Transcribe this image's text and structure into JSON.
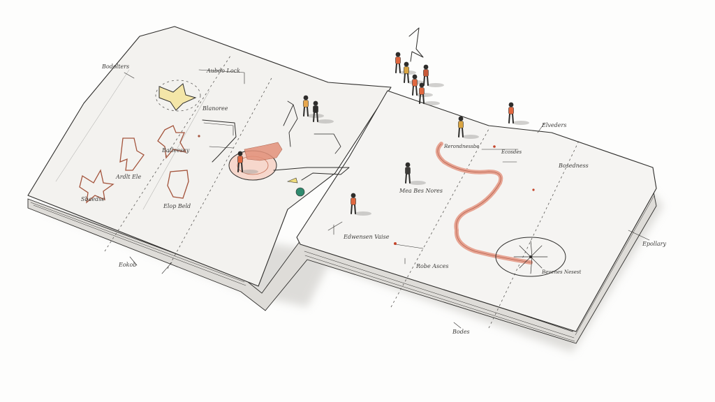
{
  "colors": {
    "paper": "#f4f3f1",
    "paper_shadow": "#d9d7d3",
    "ink": "#2e2d2b",
    "path_pink": "#e7a493",
    "accent_orange": "#e0673f",
    "cast_shadow": "#bdbbb7"
  },
  "labels": {
    "top_left": "Bodolters",
    "top_mid": "Aubdo Lock",
    "near_pink": "Blanoree",
    "star_mid": "Batleesey",
    "shape_left": "Ardlt Ele",
    "star_bottom": "Sbaedse",
    "card_bottom": "Elop Beld",
    "bottom_left": "Eokob",
    "right_top_a": "Elveders",
    "right_top_b": "Rerondnessbe",
    "right_mid_a": "Ecosdes",
    "right_mid_b": "Bosedness",
    "right_center": "Mea Bes Nores",
    "right_bottom_a": "Edwensen Vaise",
    "right_bottom_b": "Robe Asces",
    "compass_label": "Bevenes Nesest",
    "right_edge": "Epollary",
    "bottom_right": "Bodes"
  },
  "icons": {
    "compass": "compass-rose-icon",
    "figures": "person-figure-icon"
  }
}
